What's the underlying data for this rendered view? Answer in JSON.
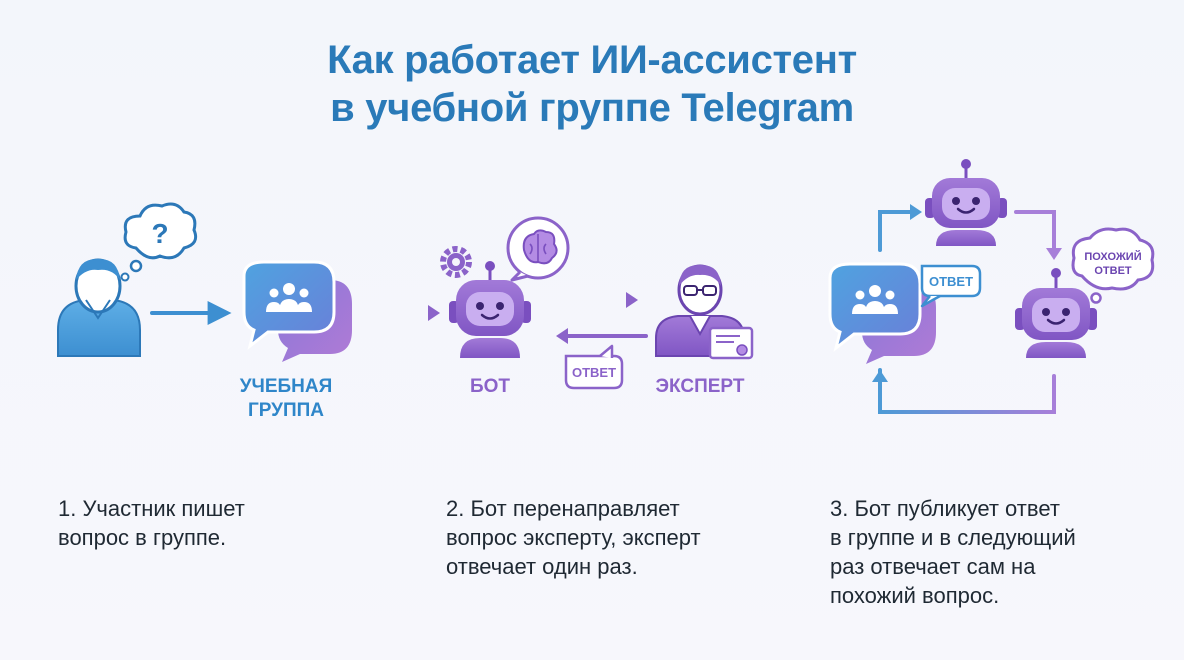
{
  "title": {
    "line1": "Как работает ИИ-ассистент",
    "line2": "в учебной группе Telegram"
  },
  "nodes": {
    "group_line1": "УЧЕБНАЯ",
    "group_line2": "ГРУППА",
    "bot": "БОТ",
    "expert": "ЭКСПЕРТ"
  },
  "bubbles": {
    "question_mark": "?",
    "answer_step2": "ОТВЕТ",
    "answer_step3": "ОТВЕТ",
    "similar_line1": "ПОХОЖИЙ",
    "similar_line2": "ОТВЕТ"
  },
  "steps": [
    {
      "lines": [
        "1. Участник пишет",
        "вопрос в группе."
      ]
    },
    {
      "lines": [
        "2. Бот перенаправляет",
        "вопрос эксперту, эксперт",
        "отвечает один раз."
      ]
    },
    {
      "lines": [
        "3. Бот публикует ответ",
        "в группе и в следующий",
        "раз отвечает сам на",
        "похожий вопрос."
      ]
    }
  ],
  "colors": {
    "blue": "#3d8fd1",
    "purple": "#8b63c9",
    "title": "#2a7ab8",
    "text": "#1f2933"
  }
}
